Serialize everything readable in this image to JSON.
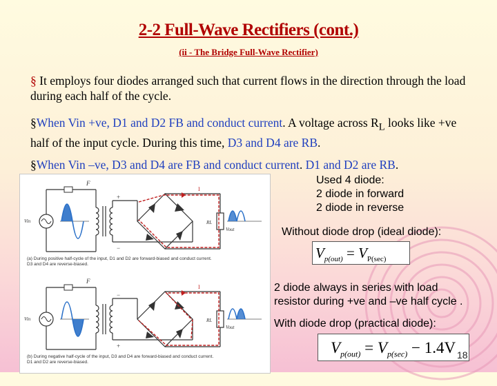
{
  "slide": {
    "title": "2-2 Full-Wave Rectifiers (cont.)",
    "subtitle": "(ii - The Bridge Full-Wave Rectifier)",
    "bullet1": {
      "marker": "§",
      "text": " It employs four diodes arranged such that current flows in the direction through the load during each half of the cycle."
    },
    "bullet2": {
      "marker": "§",
      "part1": "When Vin +ve, D1 and D2 FB and conduct current",
      "part2": ". A voltage across R",
      "sub": "L",
      "part3": " looks like +ve half of the input cycle. During this time, ",
      "part4": "D3 and D4 are RB",
      "part5": "."
    },
    "bullet3": {
      "marker": "§",
      "part1": "When Vin –ve, D3 and D4 are FB and conduct current",
      "part2": ". ",
      "part3": "D1 and D2 are RB",
      "part4": "."
    },
    "notes": {
      "used": "Used 4 diode:",
      "forward": "2 diode in forward",
      "reverse": "2 diode in reverse",
      "ideal": "Without diode drop (ideal diode):",
      "series1": "2 diode always in series with load",
      "series2": "resistor during +ve and –ve half cycle .",
      "practical": "With diode drop (practical diode):"
    },
    "formula_ideal": {
      "lhs": "V",
      "lhs_sub": "p(out)",
      "eq": " = ",
      "rhs": "V",
      "rhs_sub": "P(sec)"
    },
    "formula_practical": {
      "lhs": "V",
      "lhs_sub": "p(out)",
      "eq": " = ",
      "rhs": "V",
      "rhs_sub": "p(sec)",
      "drop": " − 1.4V"
    },
    "figure": {
      "caption_a1": "(a) During positive half-cycle of the input, D1 and D2 are forward-biased and conduct current.",
      "caption_a2": "D3 and D4 are reverse-biased.",
      "caption_b1": "(b) During negative half-cycle of the input, D3 and D4 are forward-biased and conduct current.",
      "caption_b2": "D1 and D2 are reverse-biased.",
      "label_f": "F",
      "label_vin": "Vin",
      "label_rl": "RL",
      "label_vout": "Vout",
      "label_i": "I",
      "plus": "+",
      "minus": "−"
    },
    "page_number": "18"
  }
}
